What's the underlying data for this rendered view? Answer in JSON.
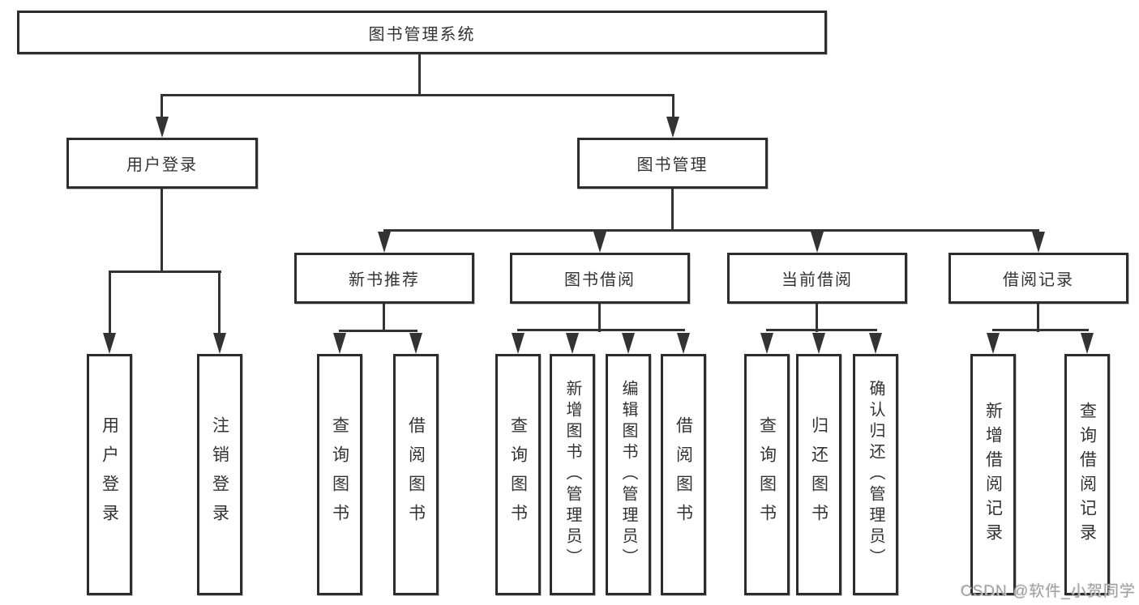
{
  "tree": {
    "root": {
      "label": "图书管理系统",
      "children": [
        {
          "label": "用户登录",
          "children": [
            {
              "label": "用户登录"
            },
            {
              "label": "注销登录"
            }
          ]
        },
        {
          "label": "图书管理",
          "children": [
            {
              "label": "新书推荐",
              "children": [
                {
                  "label": "查询图书"
                },
                {
                  "label": "借阅图书"
                }
              ]
            },
            {
              "label": "图书借阅",
              "children": [
                {
                  "label": "查询图书"
                },
                {
                  "label": "新增图书（管理员）"
                },
                {
                  "label": "编辑图书（管理员）"
                },
                {
                  "label": "借阅图书"
                }
              ]
            },
            {
              "label": "当前借阅",
              "children": [
                {
                  "label": "查询图书"
                },
                {
                  "label": "归还图书"
                },
                {
                  "label": "确认归还（管理员）"
                }
              ]
            },
            {
              "label": "借阅记录",
              "children": [
                {
                  "label": "新增借阅记录"
                },
                {
                  "label": "查询借阅记录"
                }
              ]
            }
          ]
        }
      ]
    }
  },
  "watermark": {
    "text": "CSDN @软件_小贺同学"
  },
  "colors": {
    "background": "#ffffff",
    "box_border": "#2d2d2d",
    "line": "#333333",
    "text": "#333333",
    "watermark": "#9f9f9f"
  }
}
